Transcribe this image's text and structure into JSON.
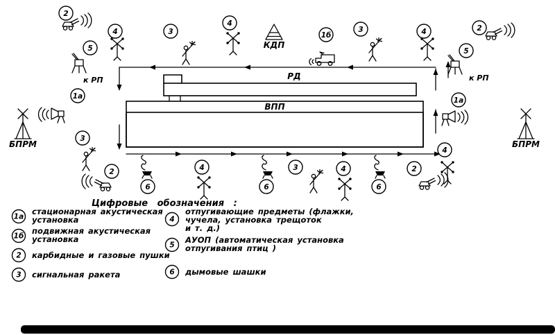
{
  "diagram": {
    "labels": {
      "kdp": "КДП",
      "rd": "РД",
      "vpp": "ВПП",
      "krp_left": "к РП",
      "krp_right": "к РП",
      "bprm_left": "БПРМ",
      "bprm_right": "БПРМ"
    },
    "badges": {
      "top_1": "2",
      "top_2": "4",
      "top_3": "3",
      "top_4": "4",
      "top_5": "1б",
      "top_6": "3",
      "top_7": "4",
      "top_8": "2",
      "left_1": "5",
      "left_2": "1а",
      "left_3": "3",
      "left_4": "2",
      "right_1": "5",
      "right_2": "1а",
      "right_3": "4",
      "bottom_1": "6",
      "bottom_2": "4",
      "bottom_3": "6",
      "bottom_4": "3",
      "bottom_5": "4",
      "bottom_6": "6",
      "bottom_7": "2"
    }
  },
  "legend": {
    "heading": "Цифровые обозначения :",
    "items": [
      {
        "badge": "1а",
        "lines": [
          "стационарная акустическая",
          "установка"
        ]
      },
      {
        "badge": "1б",
        "lines": [
          "подвижная акустическая",
          "установка"
        ]
      },
      {
        "badge": "2",
        "lines": [
          "карбидные и газовые пушки"
        ]
      },
      {
        "badge": "3",
        "lines": [
          "сигнальная ракета"
        ]
      },
      {
        "badge": "4",
        "lines": [
          "отпугивающие предметы (флажки,",
          "чучела, установка трещоток",
          "и т. д.)"
        ]
      },
      {
        "badge": "5",
        "lines": [
          "АУОП (автоматическая установка",
          "отпугивания птиц )"
        ]
      },
      {
        "badge": "6",
        "lines": [
          "дымовые шашки"
        ]
      }
    ]
  },
  "colors": {
    "ink": "#000000",
    "paper": "#ffffff"
  }
}
